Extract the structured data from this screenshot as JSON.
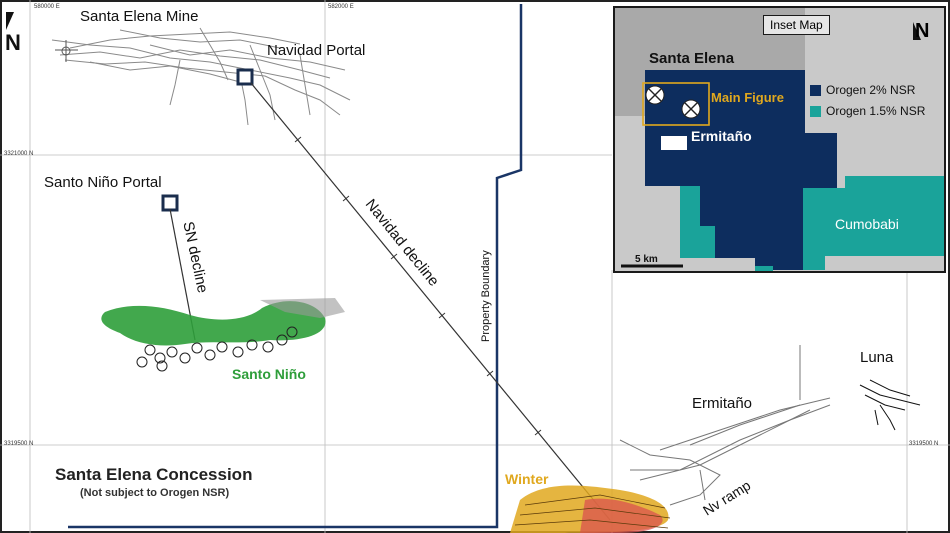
{
  "map": {
    "coords": {
      "top_left": "580000 E",
      "top_mid": "582000 E",
      "left_mid": "3321000 N",
      "left_bottom": "3319500 N",
      "right_bottom": "3319500 N"
    },
    "labels": {
      "santa_elena_mine": "Santa Elena Mine",
      "navidad_portal": "Navidad Portal",
      "santo_nino_portal": "Santo Niño Portal",
      "sn_decline": "SN decline",
      "navidad_decline": "Navidad decline",
      "property_boundary": "Property Boundary",
      "santo_nino": "Santo Niño",
      "concession_title": "Santa Elena Concession",
      "concession_note": "(Not subject to Orogen NSR)",
      "winter": "Winter",
      "nv_ramp": "Nv ramp",
      "ermitano": "Ermitaño",
      "luna": "Luna"
    },
    "north_arrow": "N",
    "colors": {
      "santo_nino": "#2e9e3a",
      "winter": "#e0a81e",
      "boundary": "#1a3566"
    }
  },
  "inset": {
    "title": "Inset Map",
    "santa_elena": "Santa Elena",
    "main_figure": "Main Figure",
    "ermitano": "Ermitaño",
    "cumobabi": "Cumobabi",
    "scale": "5 km",
    "north": "N",
    "legend": [
      {
        "label": "Orogen 2% NSR",
        "color": "#0d2d5e"
      },
      {
        "label": "Orogen 1.5% NSR",
        "color": "#1aa39a"
      }
    ],
    "colors": {
      "main_figure": "#e0a81e",
      "background": "#c9c9c9"
    }
  }
}
